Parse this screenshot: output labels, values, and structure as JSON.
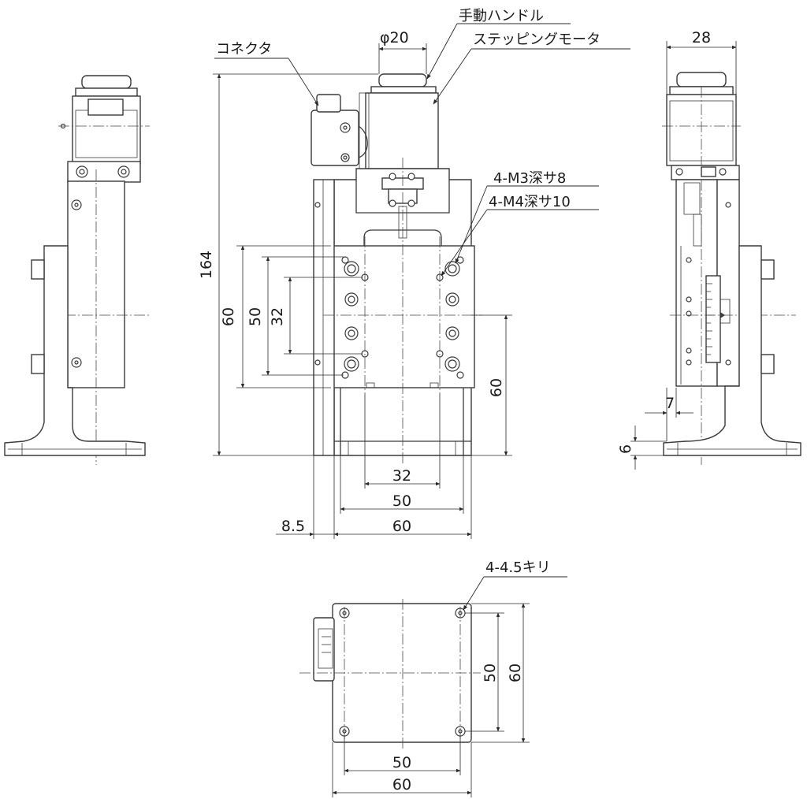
{
  "labels": {
    "handle": "手動ハンドル",
    "motor": "ステッピングモータ",
    "connector": "コネクタ",
    "diameter": "φ20",
    "m3": "4-M3深サ8",
    "m4": "4-M4深サ10",
    "kiri": "4-4.5キリ"
  },
  "dimensions": {
    "height_total": "164",
    "side_width": "28",
    "v60": "60",
    "v50": "50",
    "v32": "32",
    "right60": "60",
    "h32": "32",
    "h50": "50",
    "h60": "60",
    "offset": "8.5",
    "side7": "7",
    "side6": "6",
    "bottom_v50": "50",
    "bottom_v60": "60",
    "bottom_h50": "50",
    "bottom_h60": "60"
  }
}
